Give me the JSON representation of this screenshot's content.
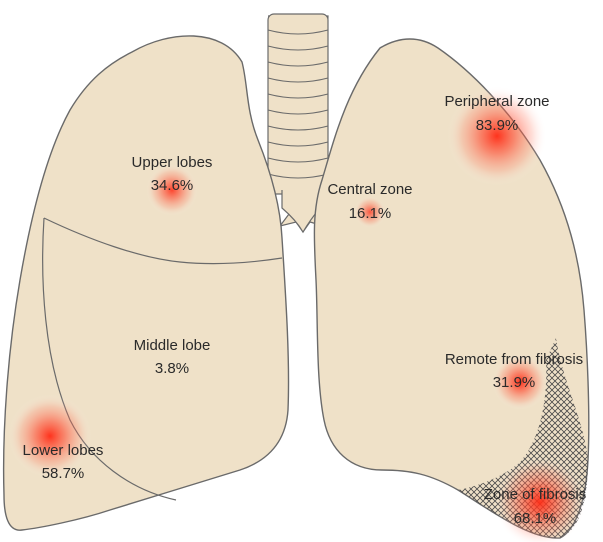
{
  "colors": {
    "lung_fill": "#efe1c8",
    "lung_stroke": "#6a6a6a",
    "trachea_fill": "#efe1c8",
    "hotspot": "#ff3a24",
    "text": "#2a2a2a"
  },
  "regions": [
    {
      "id": "upper-lobes",
      "label": "Upper lobes",
      "value": "34.6%",
      "intensity": 0.55
    },
    {
      "id": "middle-lobe",
      "label": "Middle lobe",
      "value": "3.8%",
      "intensity": 0.0
    },
    {
      "id": "lower-lobes",
      "label": "Lower lobes",
      "value": "58.7%",
      "intensity": 0.85
    },
    {
      "id": "central-zone",
      "label": "Central zone",
      "value": "16.1%",
      "intensity": 0.3
    },
    {
      "id": "peripheral-zone",
      "label": "Peripheral zone",
      "value": "83.9%",
      "intensity": 1.0
    },
    {
      "id": "remote-from-fibrosis",
      "label": "Remote from fibrosis",
      "value": "31.9%",
      "intensity": 0.55
    },
    {
      "id": "zone-of-fibrosis",
      "label": "Zone of fibrosis",
      "value": "68.1%",
      "intensity": 0.9
    }
  ]
}
